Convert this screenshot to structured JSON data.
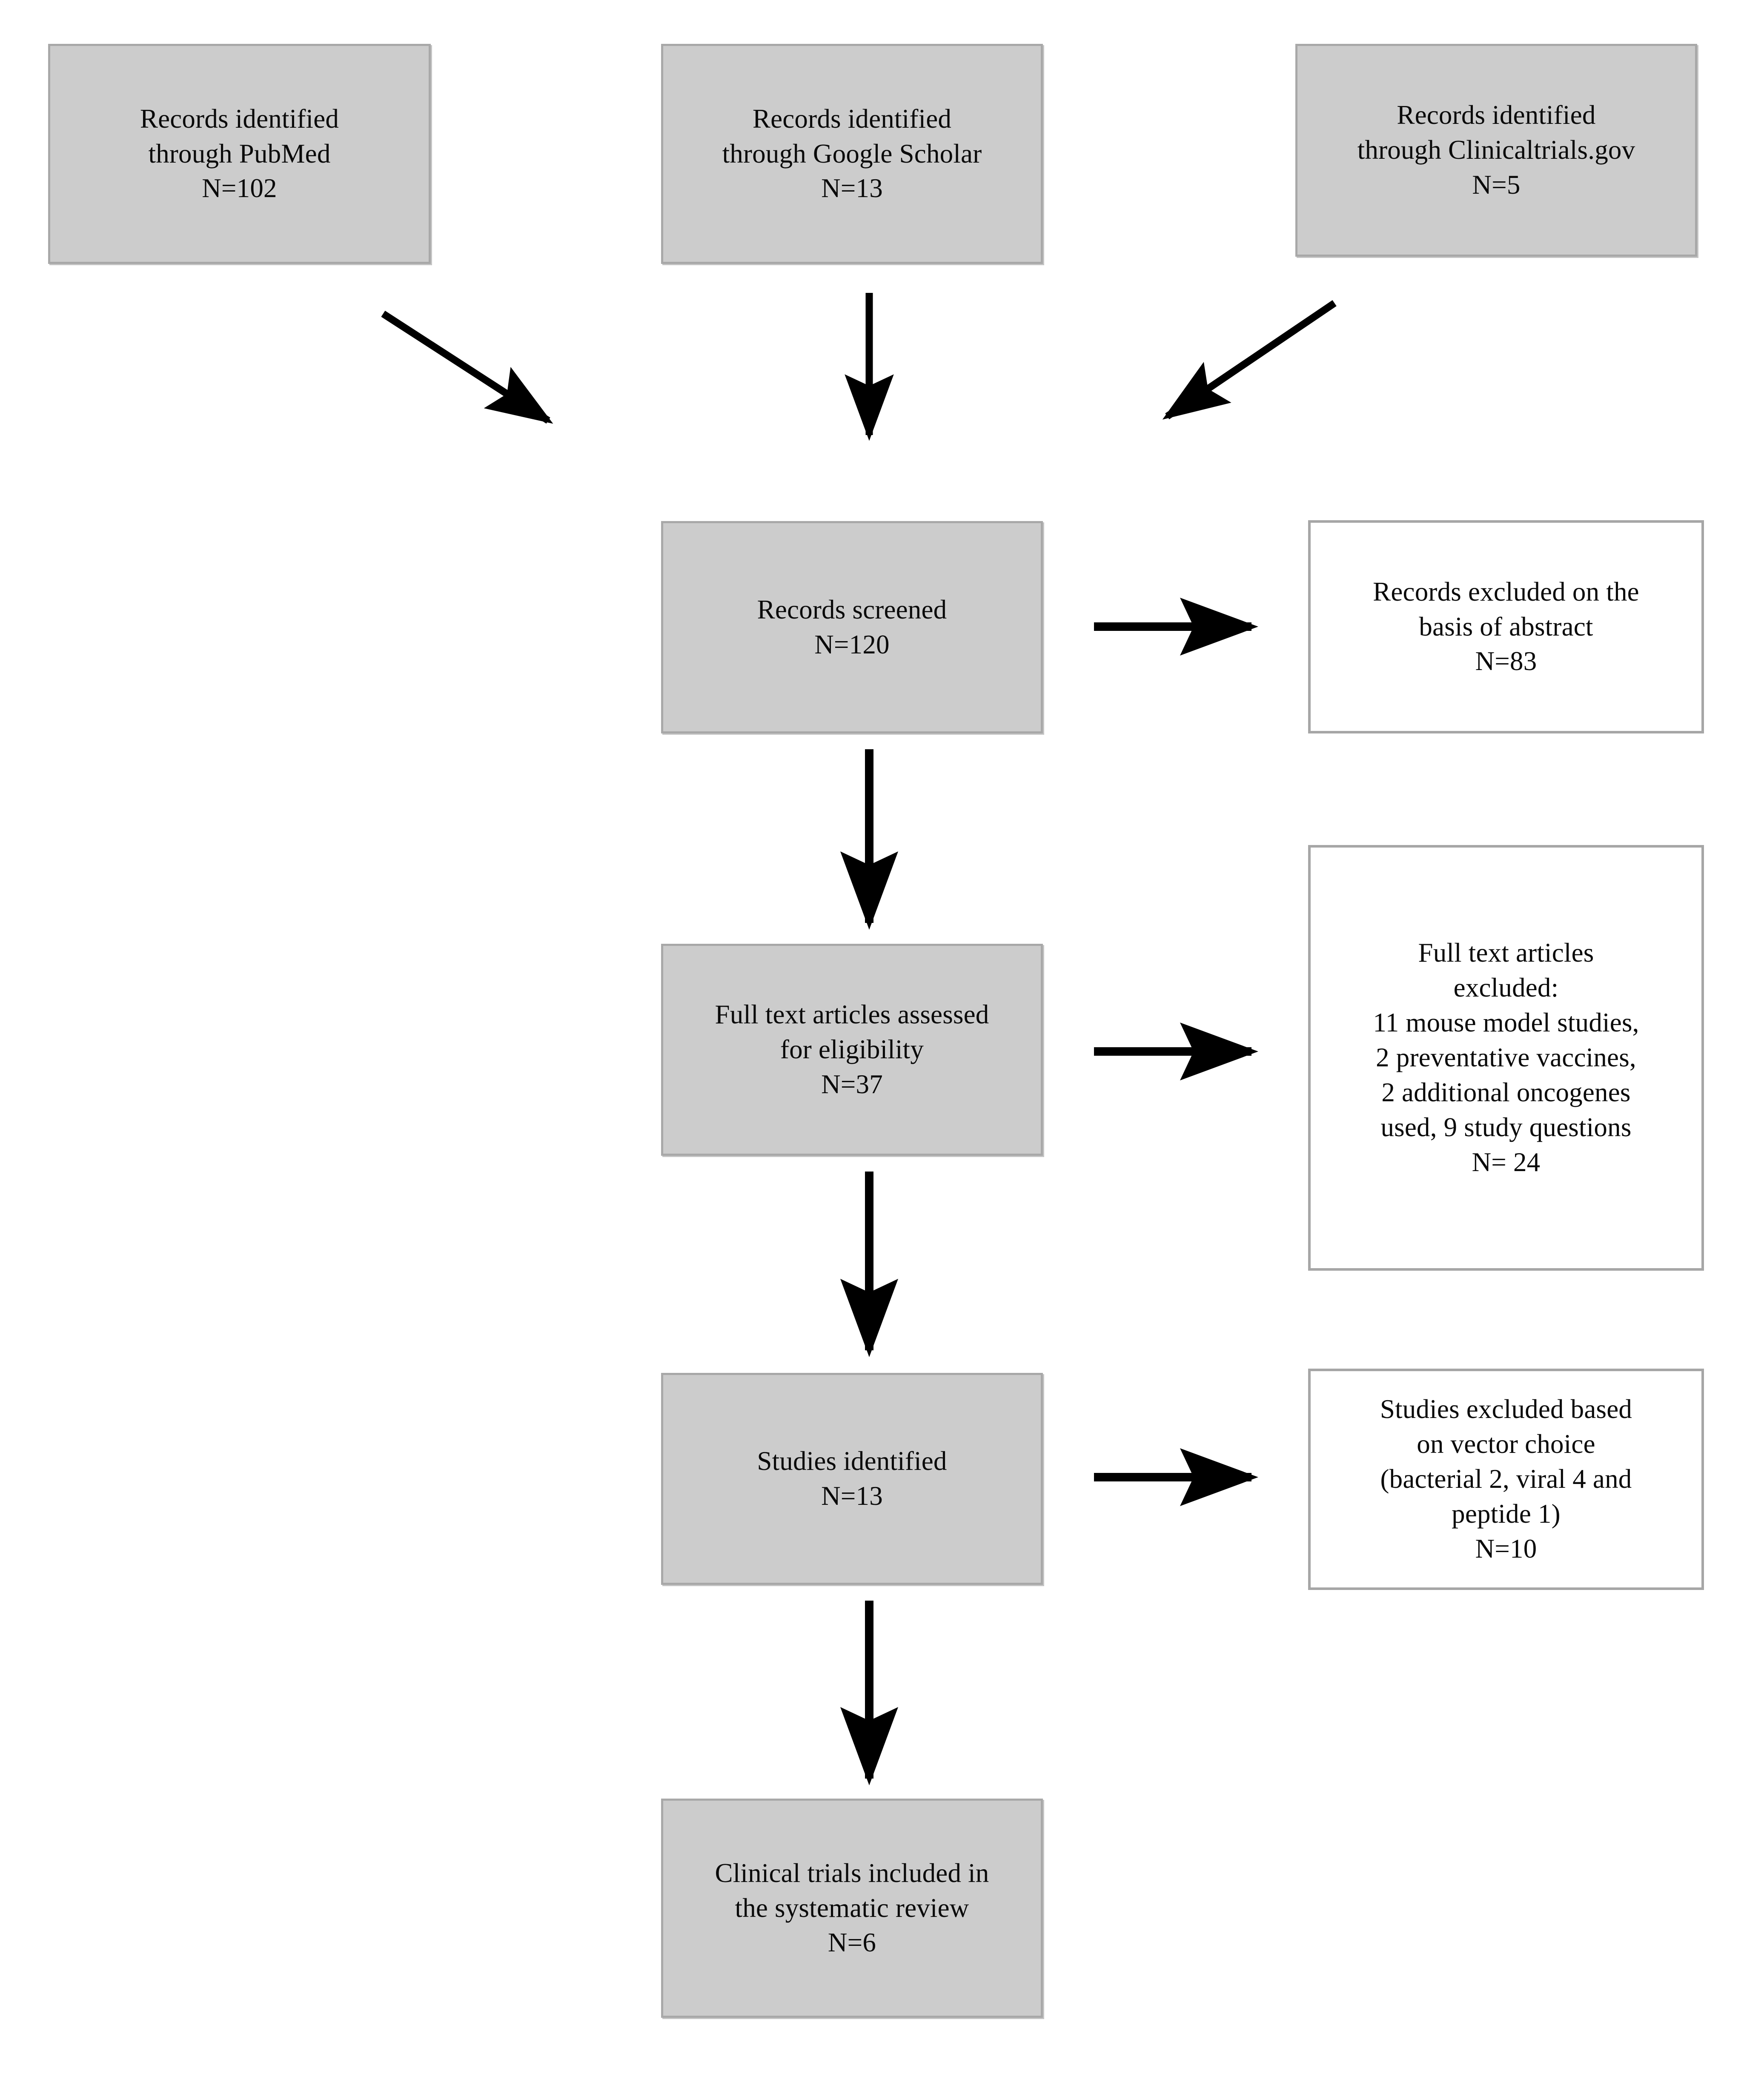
{
  "diagram": {
    "type": "prisma-flow-diagram",
    "title": "",
    "box_fill_color": "#cccccc",
    "box_border_color": "#a8a8a8",
    "outline_box_fill_color": "#ffffff",
    "outline_box_border_color": "#a6a6a6",
    "arrow_color": "#000000"
  },
  "nodes": {
    "pubmed": {
      "lines": [
        "Records identified",
        "through PubMed",
        "N=102"
      ],
      "count_label": "N=102",
      "count": 102
    },
    "google_scholar": {
      "lines": [
        "Records identified",
        "through Google Scholar",
        "N=13"
      ],
      "count_label": "N=13",
      "count": 13
    },
    "clinicaltrials": {
      "lines": [
        "Records identified",
        "through Clinicaltrials.gov",
        "N=5"
      ],
      "count_label": "N=5",
      "count": 5
    },
    "records_screened": {
      "lines": [
        "Records screened",
        "N=120"
      ],
      "count_label": "N=120",
      "count": 120
    },
    "records_excluded": {
      "lines": [
        "Records excluded on the",
        "basis of abstract",
        "N=83"
      ],
      "count_label": "N=83",
      "count": 83
    },
    "fulltext_assessed": {
      "lines": [
        "Full text articles assessed",
        "for eligibility",
        "N=37"
      ],
      "count_label": "N=37",
      "count": 37
    },
    "fulltext_excluded": {
      "lines": [
        "Full text articles",
        "excluded:",
        "11 mouse model studies,",
        "2 preventative vaccines,",
        "2 additional oncogenes",
        "used, 9 study questions",
        "N= 24"
      ],
      "count_label": "N= 24",
      "count": 24
    },
    "studies_identified": {
      "lines": [
        "Studies identified",
        "N=13"
      ],
      "count_label": "N=13",
      "count": 13
    },
    "studies_excluded": {
      "lines": [
        "Studies excluded based",
        "on vector choice",
        "(bacterial 2, viral 4 and",
        "peptide 1)",
        "N=10"
      ],
      "count_label": "N=10",
      "count": 10
    },
    "included": {
      "lines": [
        "Clinical trials included in",
        "the systematic review",
        "N=6"
      ],
      "count_label": "N=6",
      "count": 6
    }
  },
  "edges": [
    {
      "name": "pubmed-to-screened",
      "from": "pubmed",
      "to": "records_screened",
      "style": "diagonal-arrow"
    },
    {
      "name": "scholar-to-screened",
      "from": "google_scholar",
      "to": "records_screened",
      "style": "vertical-arrow"
    },
    {
      "name": "clinicaltrials-to-screened",
      "from": "clinicaltrials",
      "to": "records_screened",
      "style": "diagonal-arrow"
    },
    {
      "name": "screened-to-excluded",
      "from": "records_screened",
      "to": "records_excluded",
      "style": "horizontal-arrow"
    },
    {
      "name": "screened-to-fulltext",
      "from": "records_screened",
      "to": "fulltext_assessed",
      "style": "vertical-arrow"
    },
    {
      "name": "fulltext-to-excluded",
      "from": "fulltext_assessed",
      "to": "fulltext_excluded",
      "style": "horizontal-arrow"
    },
    {
      "name": "fulltext-to-studies",
      "from": "fulltext_assessed",
      "to": "studies_identified",
      "style": "vertical-arrow"
    },
    {
      "name": "studies-to-excluded",
      "from": "studies_identified",
      "to": "studies_excluded",
      "style": "horizontal-arrow"
    },
    {
      "name": "studies-to-included",
      "from": "studies_identified",
      "to": "included",
      "style": "vertical-arrow"
    }
  ]
}
